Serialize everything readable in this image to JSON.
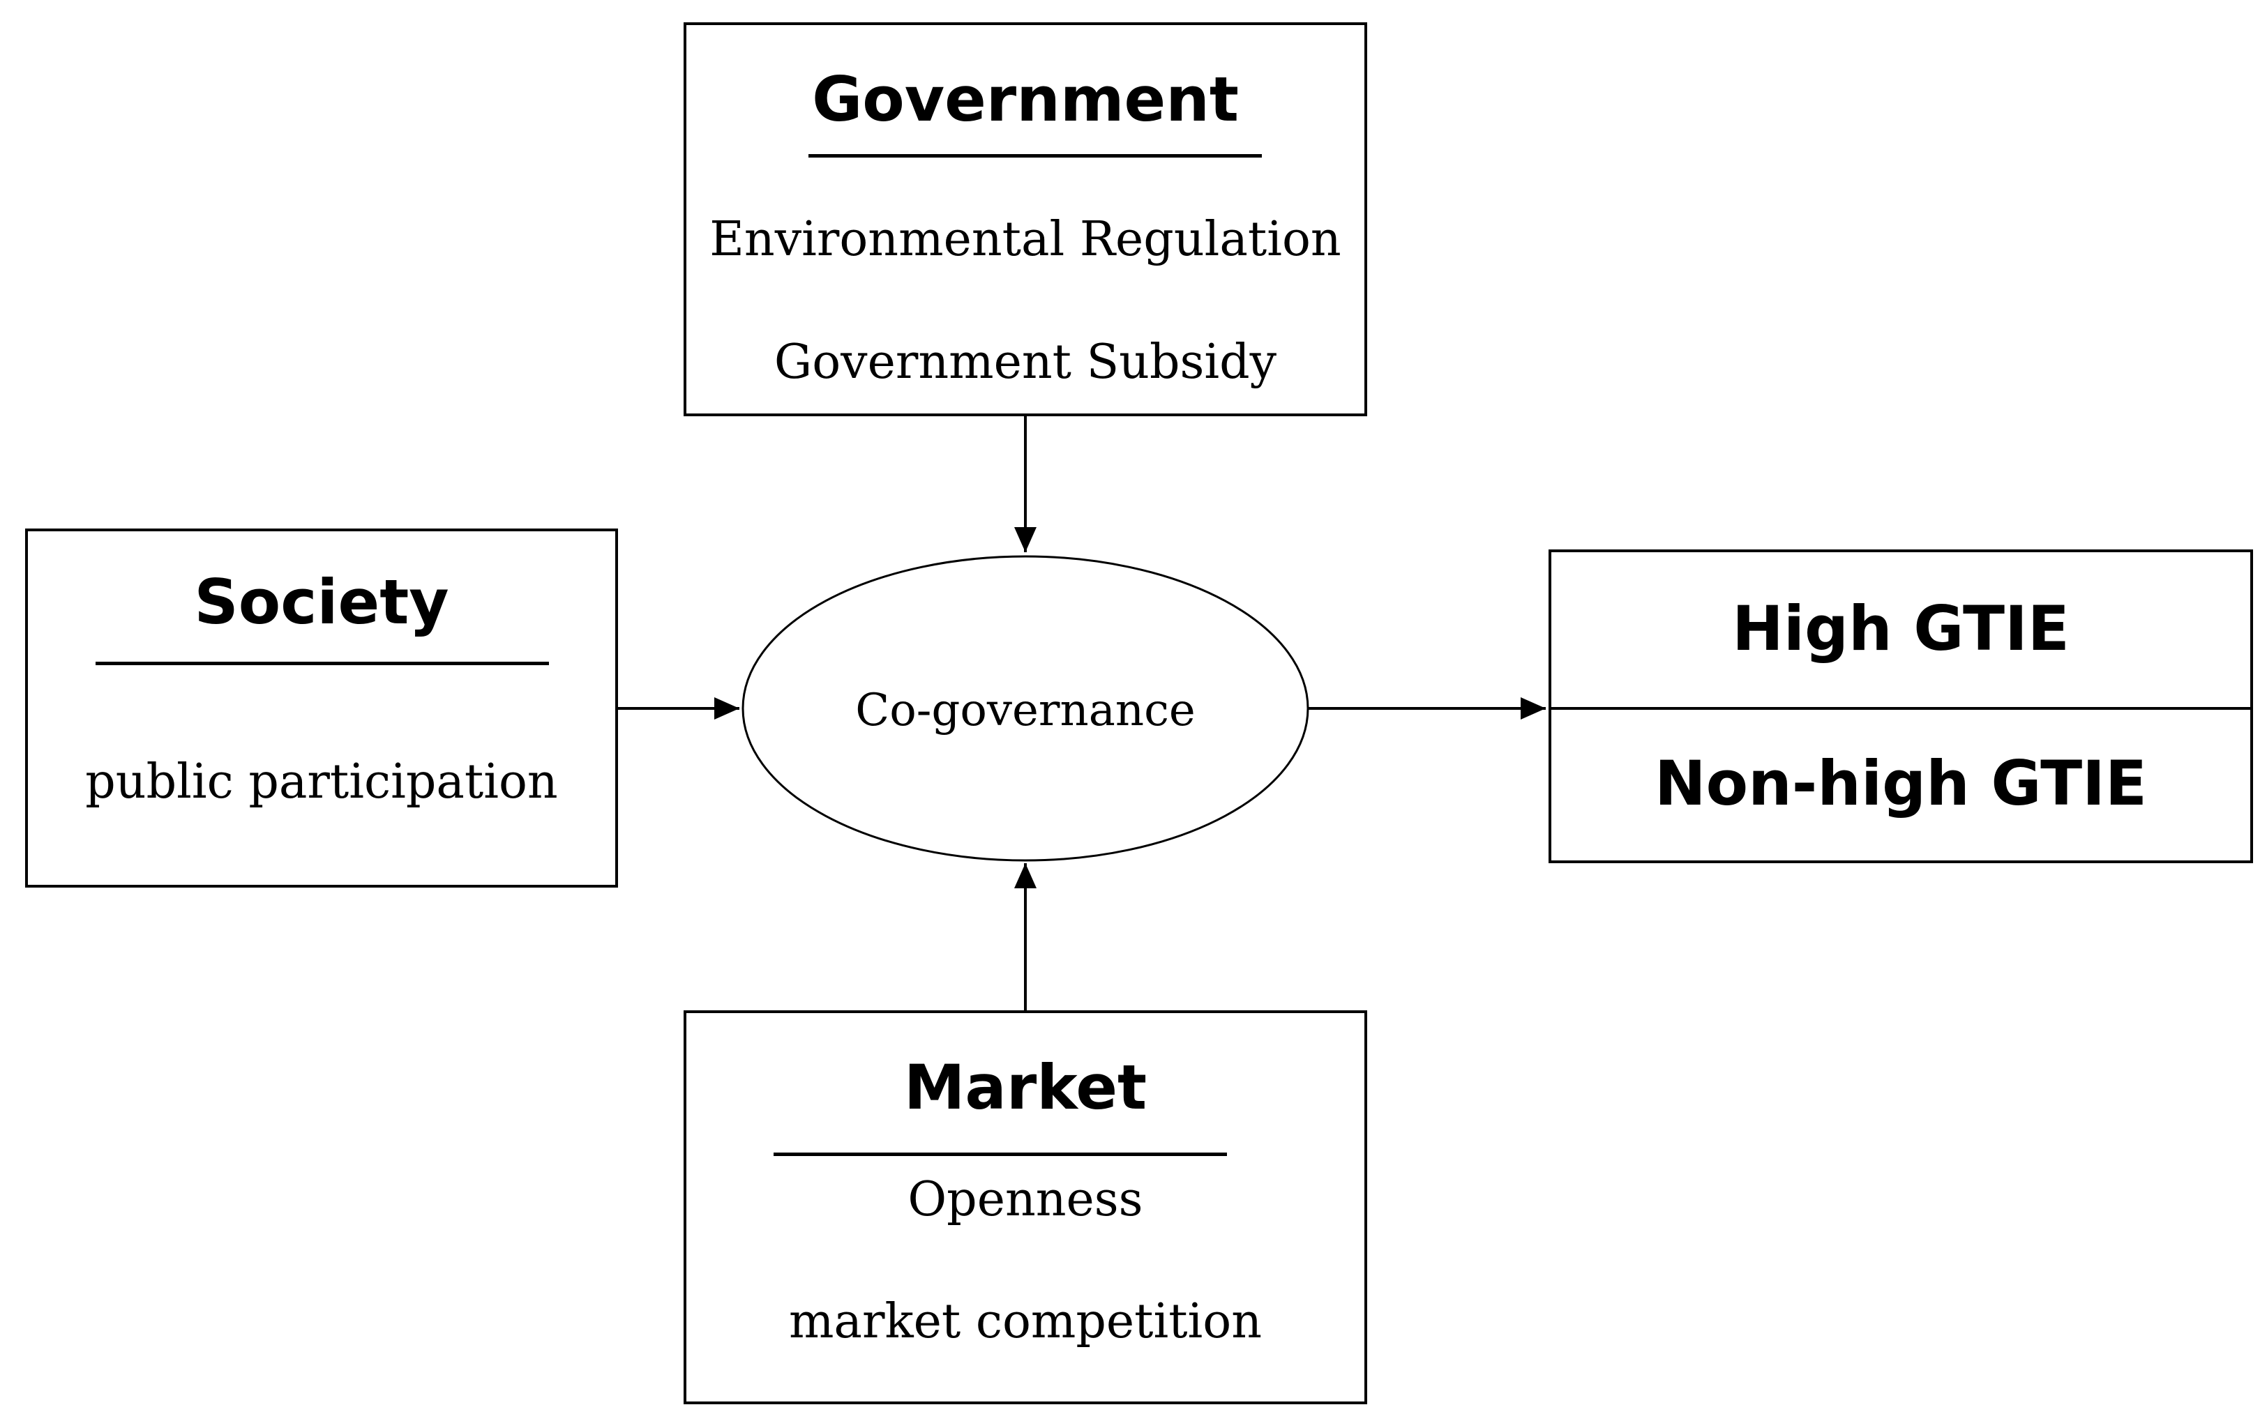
{
  "government": {
    "title": "Government",
    "items": [
      "Environmental Regulation",
      "Government Subsidy"
    ]
  },
  "society": {
    "title": "Society",
    "items": [
      "public participation"
    ]
  },
  "market": {
    "title": "Market",
    "items": [
      "Openness",
      "market competition"
    ]
  },
  "center": {
    "label": "Co-governance"
  },
  "outcome": {
    "items": [
      "High GTIE",
      "Non-high GTIE"
    ]
  }
}
